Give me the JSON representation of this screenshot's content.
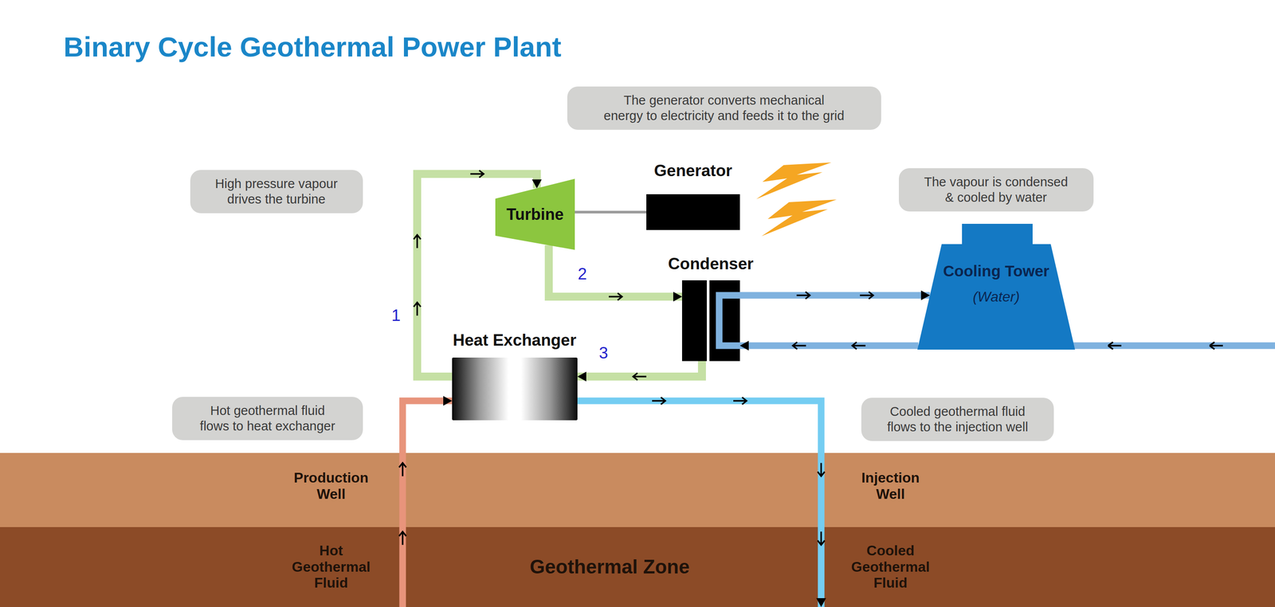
{
  "diagram": {
    "title": "Binary Cycle Geothermal Power Plant",
    "nodes": [
      {
        "text": [
          "The generator converts mechanical energy to electricity and feeds it to the grid"
        ]
      },
      {
        "text": [
          "High pressure vapour drives the turbine"
        ]
      },
      {
        "text": [
          "Generator"
        ]
      },
      {
        "text": [
          "Turbine"
        ]
      },
      {
        "text": [
          "The vapour is condensed & cooled by water"
        ]
      },
      {
        "text": [
          "Cooling Tower",
          "(Water)"
        ]
      },
      {
        "text": [
          "Condenser"
        ]
      },
      {
        "text": [
          "Heat Exchanger"
        ]
      },
      {
        "text": [
          "Hot geothermal fluid flows to heat exchanger"
        ]
      },
      {
        "text": [
          "Cooled geothermal fluid flows to the injection well"
        ]
      },
      {
        "text": [
          "Production Well",
          "Injection Well"
        ]
      },
      {
        "text": [
          "Hot Geothermal Fluid",
          "Geothermal Zone",
          "Cooled Geothermal Fluid"
        ]
      }
    ],
    "edges": [
      {
        "from": 7,
        "to": 3,
        "arrow": "to"
      },
      {
        "from": 3,
        "to": 6,
        "arrow": "to"
      },
      {
        "from": 6,
        "to": 7,
        "arrow": "to"
      },
      {
        "from": 3,
        "to": 2,
        "arrow": "none"
      },
      {
        "from": 6,
        "to": 5,
        "arrow": "to"
      },
      {
        "from": 5,
        "to": 6,
        "arrow": "to"
      },
      {
        "from": 11,
        "to": 7,
        "arrow": "to"
      },
      {
        "from": 7,
        "to": 11,
        "arrow": "to"
      }
    ],
    "labels": [
      "1",
      "2",
      "3"
    ]
  }
}
